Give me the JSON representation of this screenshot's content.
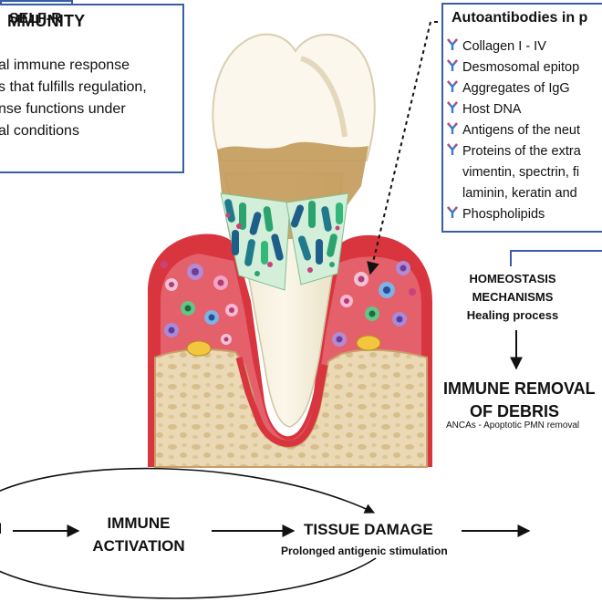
{
  "left_box": {
    "title": "MMUNITY",
    "lines": [
      "al immune response",
      "s that fulfills regulation,",
      "nse functions under",
      "al conditions"
    ]
  },
  "autoantibody_box": {
    "title": "Autoantibodies in p",
    "items": [
      "Collagen I - IV",
      "Desmosomal epitop",
      "Aggregates of IgG",
      "Host DNA",
      "Antigens of the neut",
      "Proteins of the extra",
      "vimentin, spectrin, fi",
      "laminin, keratin and",
      "Phospholipids"
    ],
    "icon_name": "antibody-icon"
  },
  "homeostasis": {
    "line1": "HOMEOSTASIS",
    "line2": "MECHANISMS",
    "line3": "Healing process"
  },
  "immune_removal": {
    "line1": "IMMUNE REMOVAL",
    "line2": "OF DEBRIS",
    "note": "ANCAs - Apoptotic PMN removal"
  },
  "flow": {
    "left_label": "M",
    "immune_activation_1": "IMMUNE",
    "immune_activation_2": "ACTIVATION",
    "tissue_damage": "TISSUE DAMAGE",
    "tissue_damage_sub": "Prolonged antigenic stimulation",
    "self_r": "SELF-R"
  },
  "colors": {
    "box_border": "#3a5da8",
    "gum": "#d8353e",
    "bone": "#ecdcb8",
    "antibody_blue": "#3a79c8",
    "antibody_pink": "#c8437a"
  }
}
